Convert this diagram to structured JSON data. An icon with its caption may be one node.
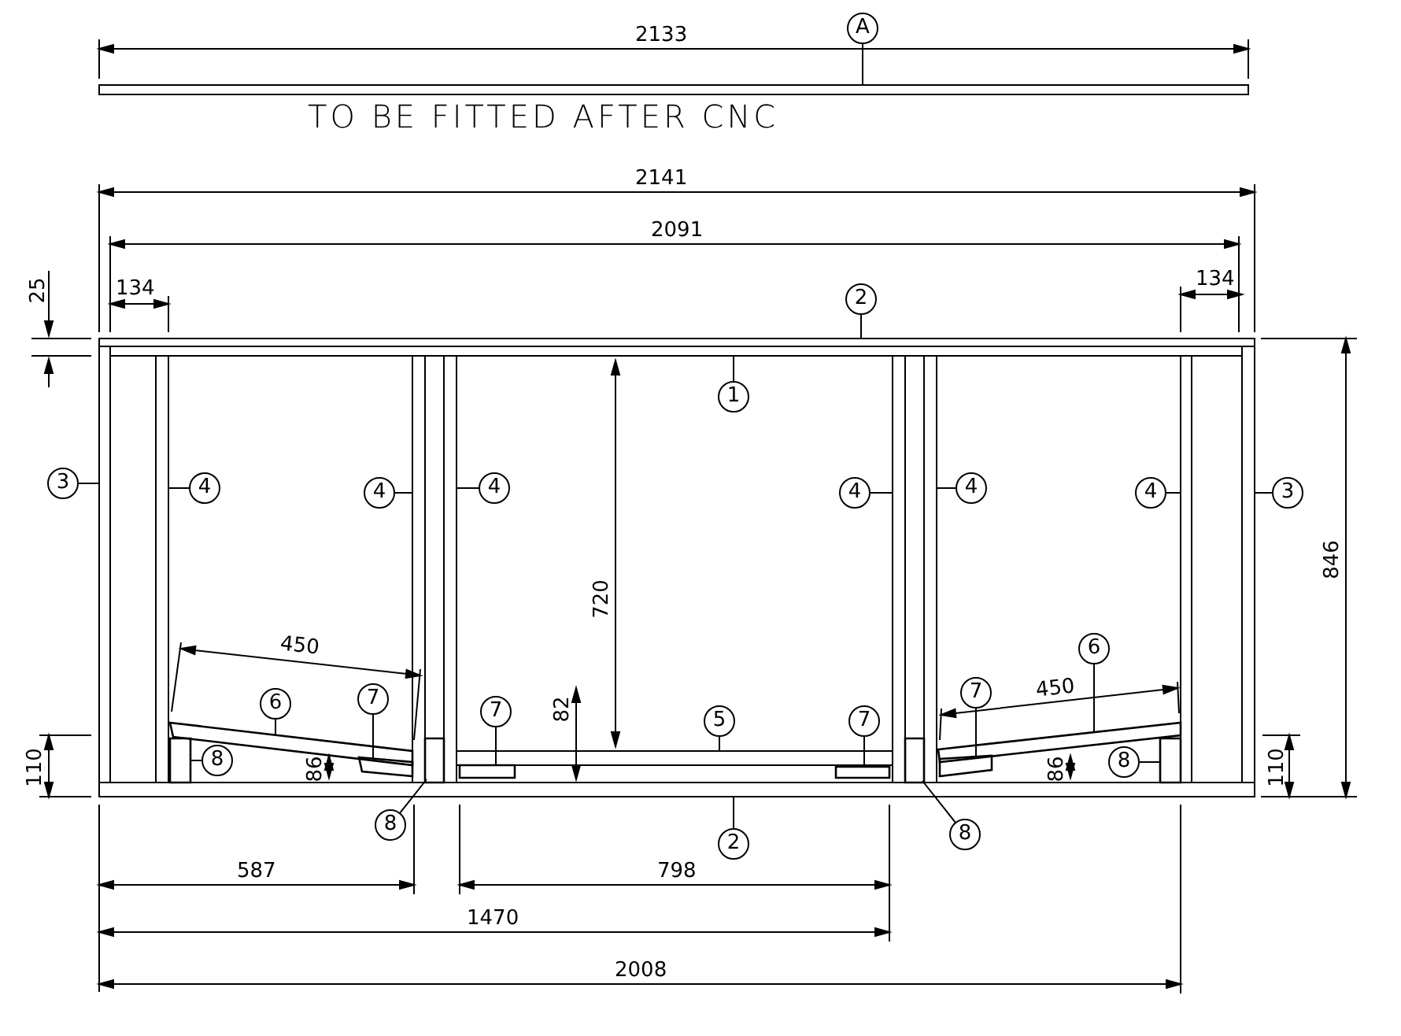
{
  "diagram": {
    "nodes": [
      {
        "text": [
          "A"
        ]
      },
      {
        "text": [
          "2"
        ]
      },
      {
        "text": [
          "1"
        ]
      },
      {
        "text": [
          "3"
        ]
      },
      {
        "text": [
          "4"
        ]
      },
      {
        "text": [
          "4"
        ]
      },
      {
        "text": [
          "4"
        ]
      },
      {
        "text": [
          "4"
        ]
      },
      {
        "text": [
          "4"
        ]
      },
      {
        "text": [
          "4"
        ]
      },
      {
        "text": [
          "3"
        ]
      },
      {
        "text": [
          "6"
        ]
      },
      {
        "text": [
          "6"
        ]
      },
      {
        "text": [
          "7"
        ]
      },
      {
        "text": [
          "7"
        ]
      },
      {
        "text": [
          "5"
        ]
      },
      {
        "text": [
          "7"
        ]
      },
      {
        "text": [
          "7"
        ]
      },
      {
        "text": [
          "8"
        ]
      },
      {
        "text": [
          "8"
        ]
      },
      {
        "text": [
          "2"
        ]
      },
      {
        "text": [
          "8"
        ]
      },
      {
        "text": [
          "8"
        ]
      },
      {
        "text": [],
        "shape": "bar",
        "beside": [
          "TO BE FITTED AFTER CNC"
        ]
      },
      {
        "text": [],
        "shape": "bar"
      },
      {
        "text": [],
        "shape": "bar"
      },
      {
        "text": [],
        "shape": "bar"
      },
      {
        "text": [],
        "shape": "bar"
      },
      {
        "text": [],
        "shape": "bar"
      },
      {
        "text": [],
        "shape": "bar"
      },
      {
        "text": [],
        "shape": "bar"
      },
      {
        "text": [],
        "shape": "bar"
      },
      {
        "text": [],
        "shape": "bar"
      },
      {
        "text": [],
        "shape": "bar"
      },
      {
        "text": [],
        "shape": "bar"
      },
      {
        "text": [],
        "shape": "bar"
      },
      {
        "text": [],
        "shape": "box"
      },
      {
        "text": [],
        "shape": "box"
      },
      {
        "text": [],
        "shape": "box"
      },
      {
        "text": [],
        "shape": "box"
      },
      {
        "text": [],
        "shape": "box"
      },
      {
        "text": [],
        "shape": "box"
      },
      {
        "text": [],
        "shape": "box"
      },
      {
        "text": [],
        "shape": "box"
      },
      {
        "text": [],
        "shape": "box"
      },
      {
        "text": [],
        "shape": "box"
      }
    ],
    "edges": [
      {
        "from": 0,
        "to": 23,
        "arrow": "none"
      },
      {
        "from": 1,
        "to": 24,
        "arrow": "none"
      },
      {
        "from": 2,
        "to": 25,
        "arrow": "none"
      },
      {
        "from": 3,
        "to": 26,
        "arrow": "none"
      },
      {
        "from": 4,
        "to": 27,
        "arrow": "none"
      },
      {
        "from": 5,
        "to": 28,
        "arrow": "none"
      },
      {
        "from": 6,
        "to": 29,
        "arrow": "none"
      },
      {
        "from": 7,
        "to": 30,
        "arrow": "none"
      },
      {
        "from": 8,
        "to": 31,
        "arrow": "none"
      },
      {
        "from": 9,
        "to": 32,
        "arrow": "none"
      },
      {
        "from": 10,
        "to": 33,
        "arrow": "none"
      },
      {
        "from": 11,
        "to": 42,
        "arrow": "none"
      },
      {
        "from": 12,
        "to": 38,
        "arrow": "none"
      },
      {
        "from": 13,
        "to": 39,
        "arrow": "none"
      },
      {
        "from": 14,
        "to": 36,
        "arrow": "none"
      },
      {
        "from": 15,
        "to": 35,
        "arrow": "none"
      },
      {
        "from": 16,
        "to": 37,
        "arrow": "none"
      },
      {
        "from": 17,
        "to": 43,
        "arrow": "none"
      },
      {
        "from": 18,
        "to": 40,
        "arrow": "none"
      },
      {
        "from": 19,
        "to": 45,
        "arrow": "none"
      },
      {
        "from": 20,
        "to": 34,
        "arrow": "none"
      },
      {
        "from": 21,
        "to": 41,
        "arrow": "none"
      },
      {
        "from": 22,
        "to": 44,
        "arrow": "none"
      }
    ],
    "labels": [
      "2133",
      "2141",
      "2091",
      "25",
      "134",
      "134",
      "846",
      "720",
      "450",
      "450",
      "82",
      "110",
      "86",
      "86",
      "110",
      "587",
      "798",
      "1470",
      "2008"
    ]
  }
}
